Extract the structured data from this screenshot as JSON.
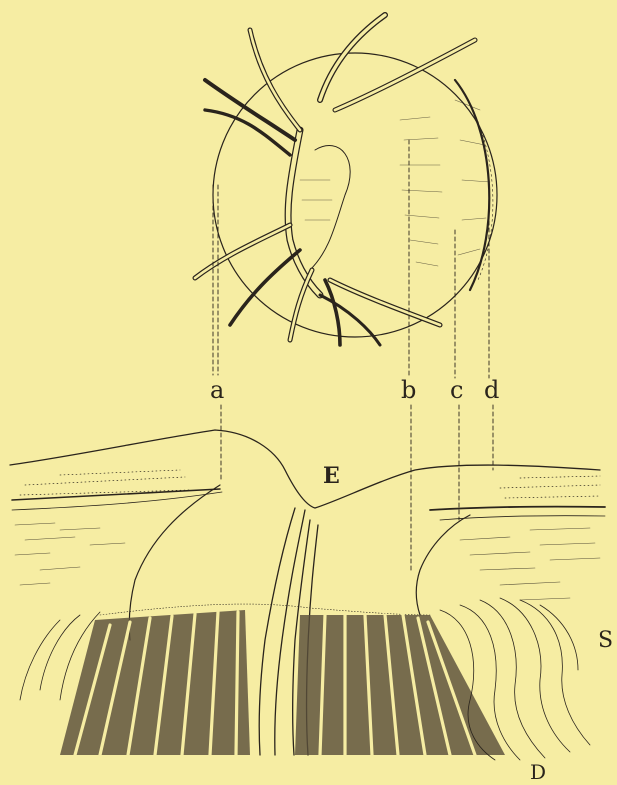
{
  "labels": {
    "a": "a",
    "b": "b",
    "c": "c",
    "d": "d",
    "E": "E",
    "S": "S",
    "D": "D"
  },
  "colors": {
    "paper": "#f6eda3",
    "ink": "#2a241c",
    "nerve_fiber_shading": "#5a4f3a"
  }
}
